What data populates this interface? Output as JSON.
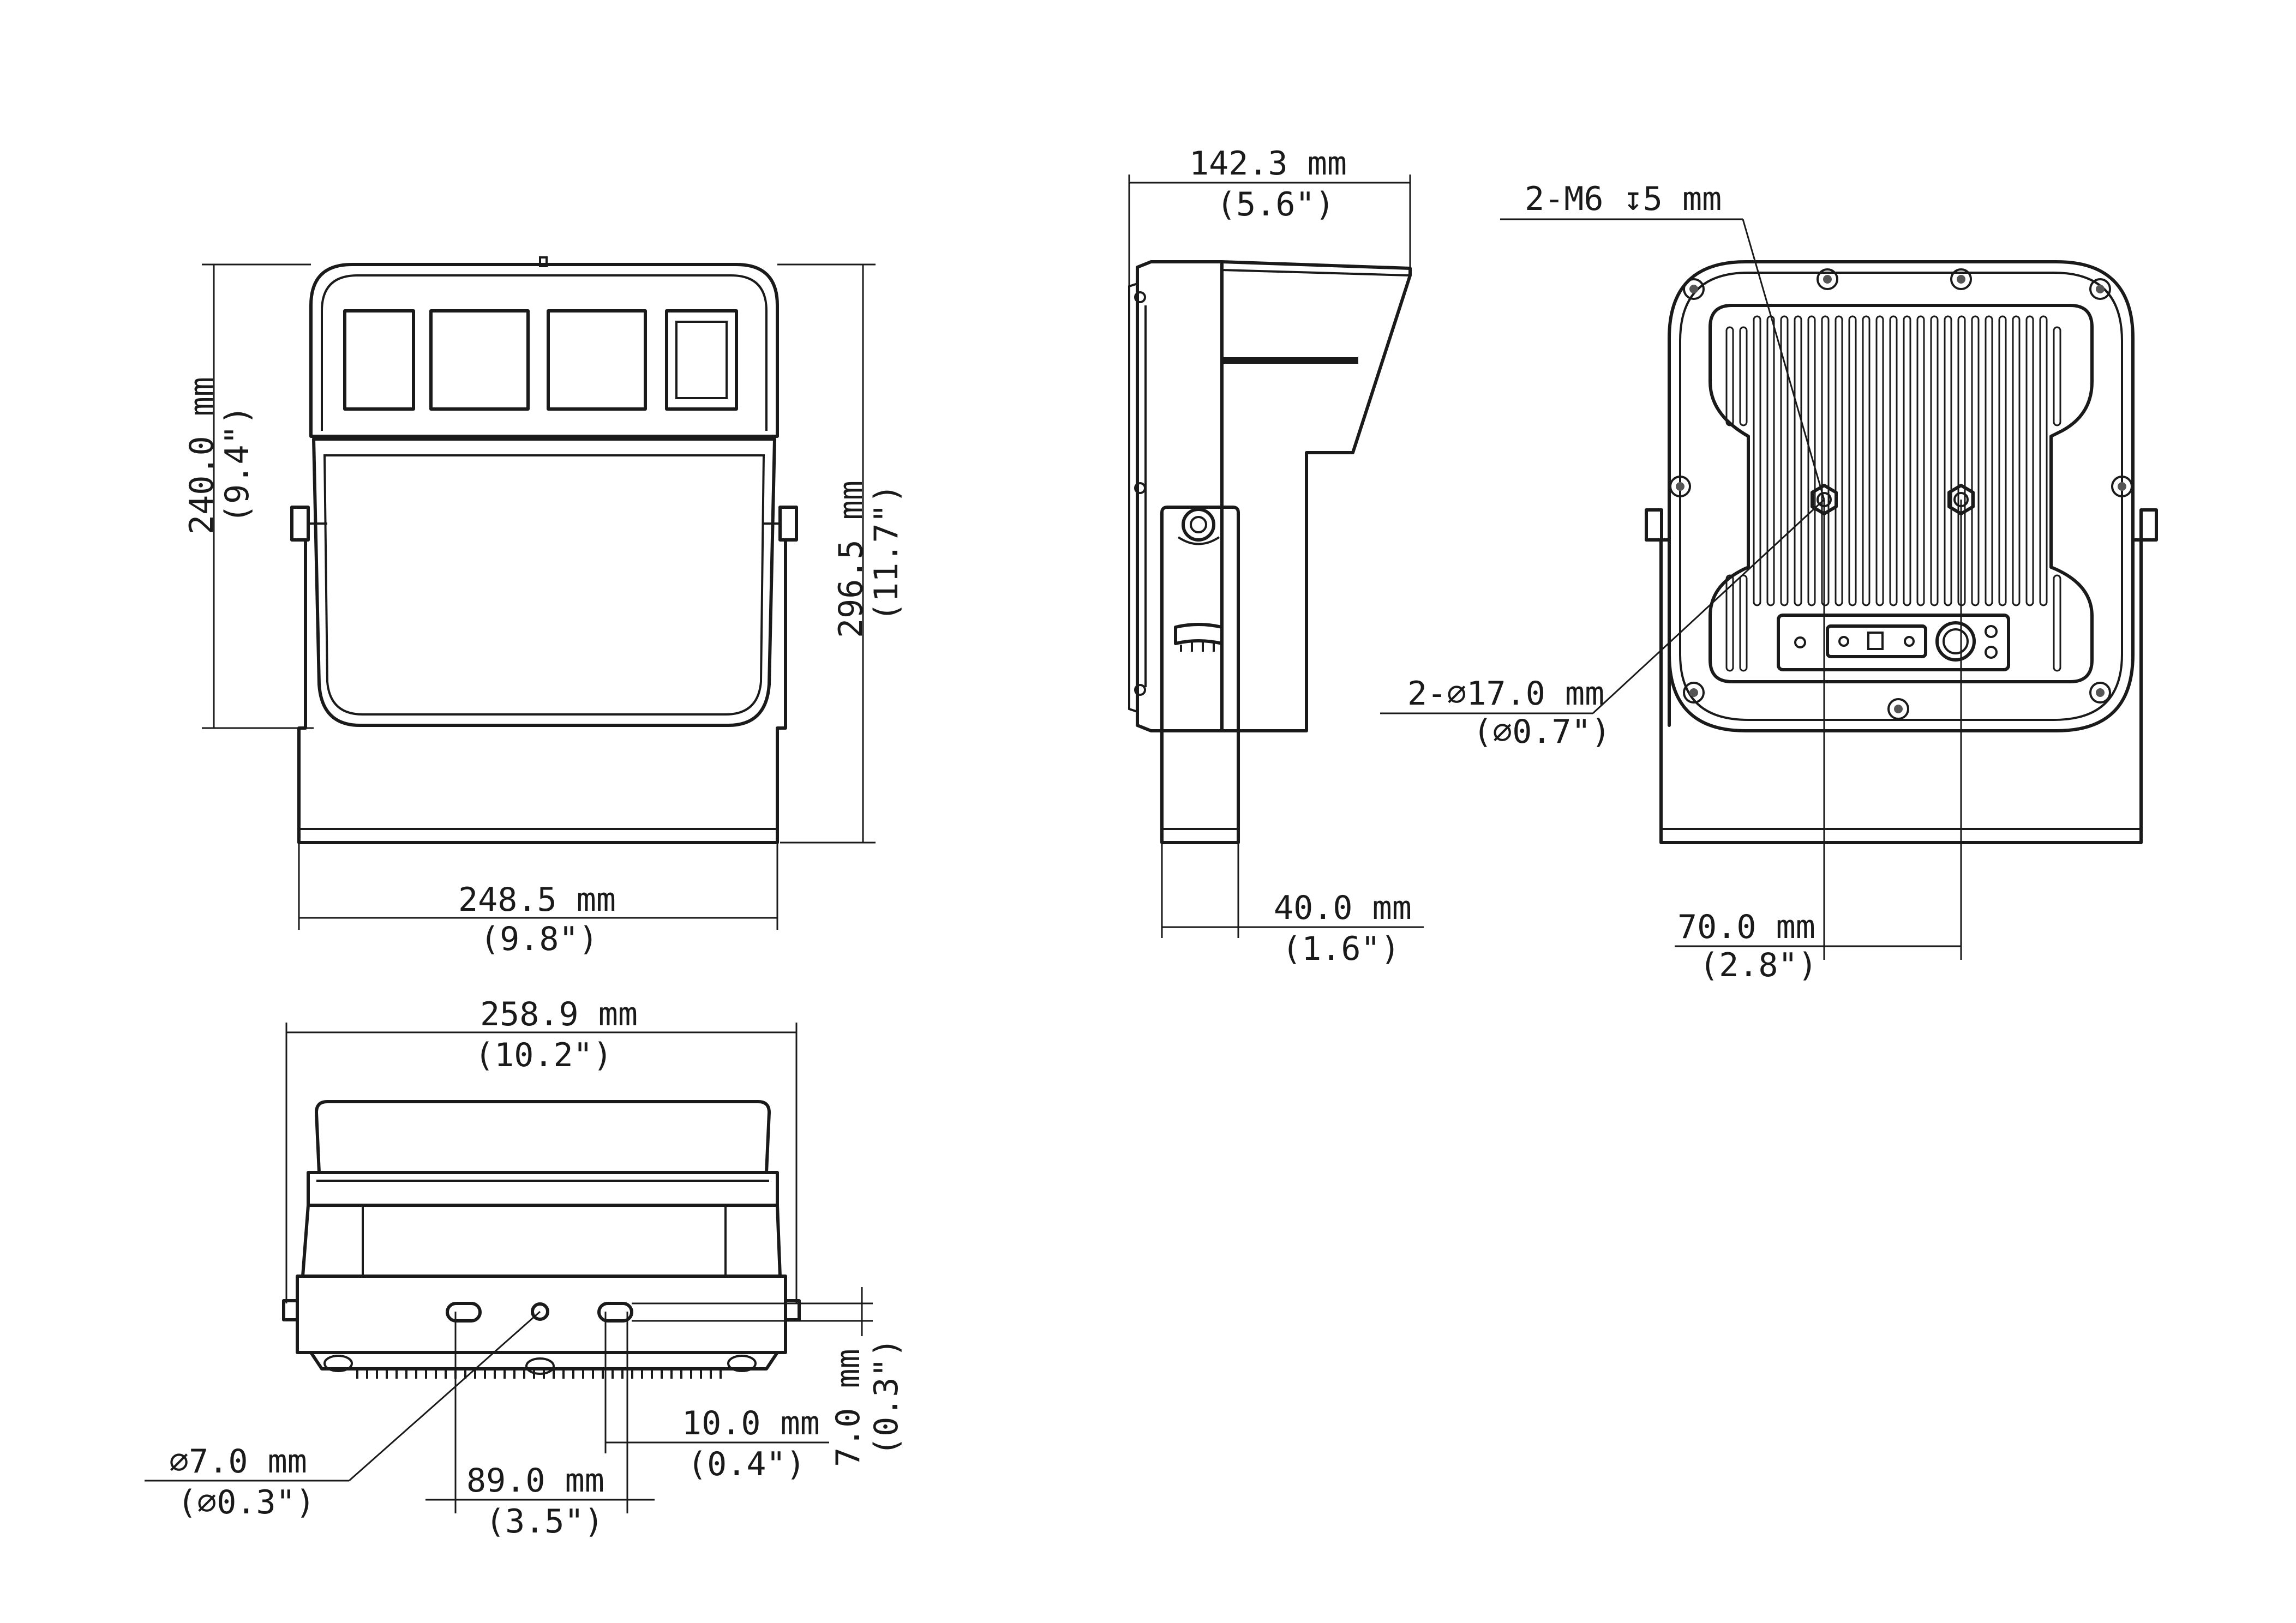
{
  "dimensions": {
    "front_height": {
      "value": "240.0 mm",
      "imperial": "(9.4\")"
    },
    "front_overall_height": {
      "value": "296.5 mm",
      "imperial": "(11.7\")"
    },
    "front_width": {
      "value": "248.5 mm",
      "imperial": "(9.8\")"
    },
    "side_depth": {
      "value": "142.3 mm",
      "imperial": "(5.6\")"
    },
    "side_bracket": {
      "value": "40.0 mm",
      "imperial": "(1.6\")"
    },
    "rear_thread": {
      "value": "2-M6 ↧5 mm"
    },
    "rear_holes": {
      "value": "2-⌀17.0 mm",
      "imperial": "(⌀0.7\")"
    },
    "rear_spacing": {
      "value": "70.0 mm",
      "imperial": "(2.8\")"
    },
    "bottom_width": {
      "value": "258.9 mm",
      "imperial": "(10.2\")"
    },
    "bottom_hole": {
      "value": "⌀7.0 mm",
      "imperial": "(⌀0.3\")"
    },
    "bottom_spacing": {
      "value": "89.0 mm",
      "imperial": "(3.5\")"
    },
    "bottom_slot": {
      "value": "10.0 mm",
      "imperial": "(0.4\")"
    },
    "bottom_offset": {
      "value": "7.0 mm",
      "imperial": "(0.3\")"
    }
  }
}
